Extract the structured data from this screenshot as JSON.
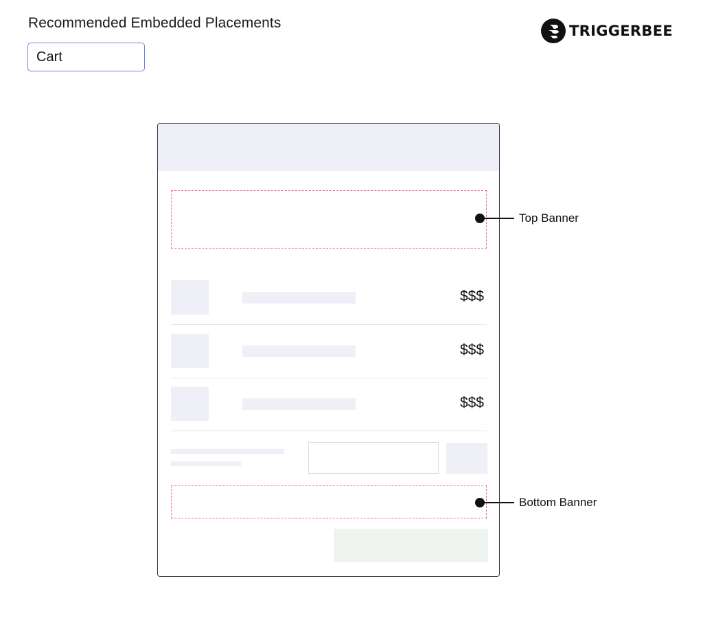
{
  "header": {
    "title": "Recommended Embedded Placements",
    "page_select": {
      "value": "Cart"
    }
  },
  "brand": {
    "name": "TRIGGERBEE",
    "logo_icon": "triggerbee-logo-icon"
  },
  "cart": {
    "items": [
      {
        "price": "$$$"
      },
      {
        "price": "$$$"
      },
      {
        "price": "$$$"
      }
    ]
  },
  "placements": {
    "top_banner_label": "Top Banner",
    "bottom_banner_label": "Bottom Banner",
    "slot_color": "#f06aa6"
  },
  "colors": {
    "placeholder": "#efeff8",
    "checkout_placeholder": "#eff4f1",
    "select_border": "#6b86d8"
  }
}
